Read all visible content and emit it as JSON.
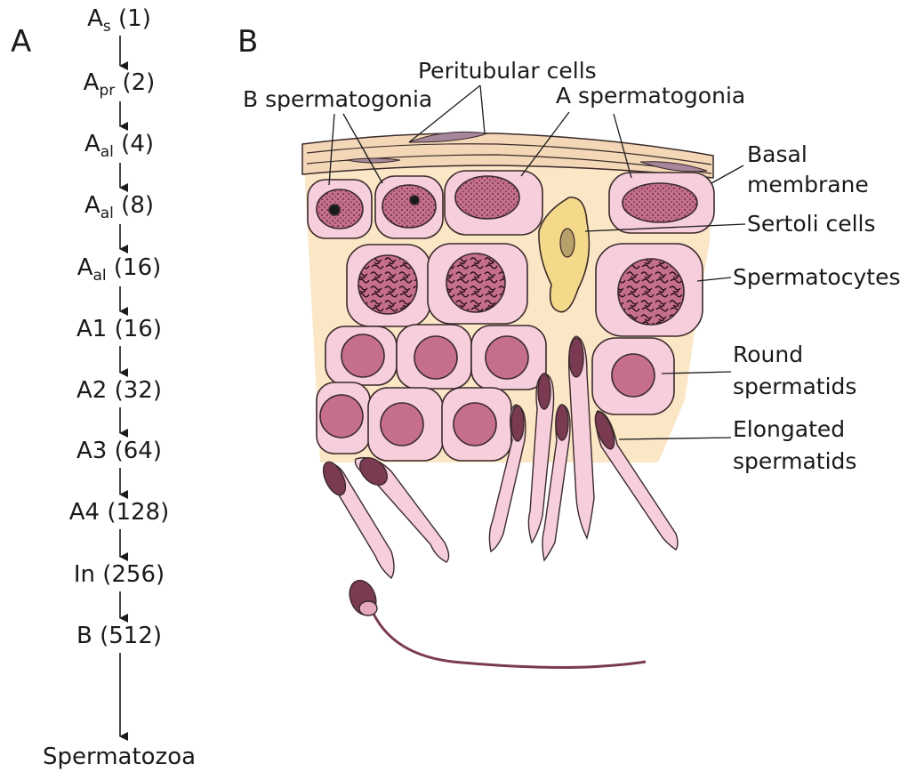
{
  "panels": {
    "a": "A",
    "b": "B"
  },
  "lineage": [
    {
      "main": "A",
      "sub": "s",
      "count": "(1)"
    },
    {
      "main": "A",
      "sub": "pr",
      "count": "(2)"
    },
    {
      "main": "A",
      "sub": "al",
      "count": "(4)"
    },
    {
      "main": "A",
      "sub": "al",
      "count": "(8)"
    },
    {
      "main": "A",
      "sub": "al",
      "count": "(16)"
    },
    {
      "main": "A1",
      "sub": "",
      "count": "(16)"
    },
    {
      "main": "A2",
      "sub": "",
      "count": "(32)"
    },
    {
      "main": "A3",
      "sub": "",
      "count": "(64)"
    },
    {
      "main": "A4",
      "sub": "",
      "count": "(128)"
    },
    {
      "main": "In",
      "sub": "",
      "count": "(256)"
    },
    {
      "main": "B",
      "sub": "",
      "count": "(512)"
    }
  ],
  "final_stage": "Spermatozoa",
  "labels": {
    "peritubular": "Peritubular cells",
    "b_spermatogonia": "B spermatogonia",
    "a_spermatogonia": "A spermatogonia",
    "basal_1": "Basal",
    "basal_2": "membrane",
    "sertoli": "Sertoli cells",
    "spermatocytes": "Spermatocytes",
    "round_1": "Round",
    "round_2": "spermatids",
    "elongated_1": "Elongated",
    "elongated_2": "spermatids"
  },
  "colors": {
    "cytoplasm": "#f7cfdc",
    "nucleus": "#c56f8c",
    "sertoli": "#f5d98b",
    "background": "#fbe6c6",
    "membrane": "#8a6a78",
    "ink": "#1a1a1a"
  }
}
